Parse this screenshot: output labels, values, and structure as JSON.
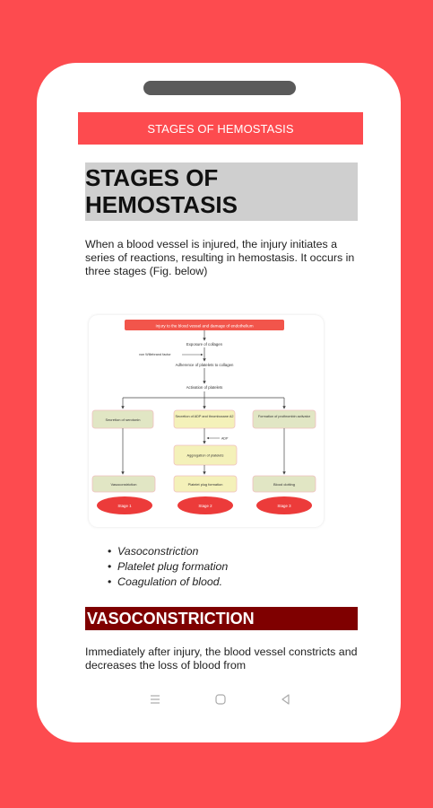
{
  "app_bar": {
    "title": "STAGES OF HEMOSTASIS"
  },
  "heading": "STAGES OF HEMOSTASIS",
  "intro": "When a blood vessel is injured, the injury initiates a series of reactions, resulting in hemostasis. It occurs in three stages (Fig. below)",
  "figure": {
    "top_label": "Injury to the blood vessel and damage of endothelium",
    "step1": "Exposure of collagen",
    "vwf": "von Willebrand factor",
    "step2": "Adherence of platelets to collagen",
    "step3": "Activation of platelets",
    "left_box": "Secretion of serotonin",
    "mid_box": "Secretion of ADP and thromboxane A2",
    "right_box": "Formation of prothrombin activator",
    "adp_label": "ADP",
    "aggregation": "Aggregation of platelets",
    "vasoconstriction": "Vasoconstriction",
    "plug": "Platelet plug formation",
    "clotting": "Blood clotting",
    "stage1": "Stage 1",
    "stage2": "Stage 2",
    "stage3": "Stage 3"
  },
  "bullets": [
    "Vasoconstriction",
    "Platelet plug formation",
    "Coagulation of blood."
  ],
  "section_heading": "VASOCONSTRICTION",
  "section_text": "Immediately after injury, the blood vessel constricts and decreases the loss of blood from",
  "nav": {
    "menu_icon": "menu-icon",
    "home_icon": "home-icon",
    "back_icon": "back-icon"
  },
  "colors": {
    "accent": "#fd4b4f",
    "heading_bg": "#cfcfcf",
    "section_bg": "#7f0000"
  }
}
